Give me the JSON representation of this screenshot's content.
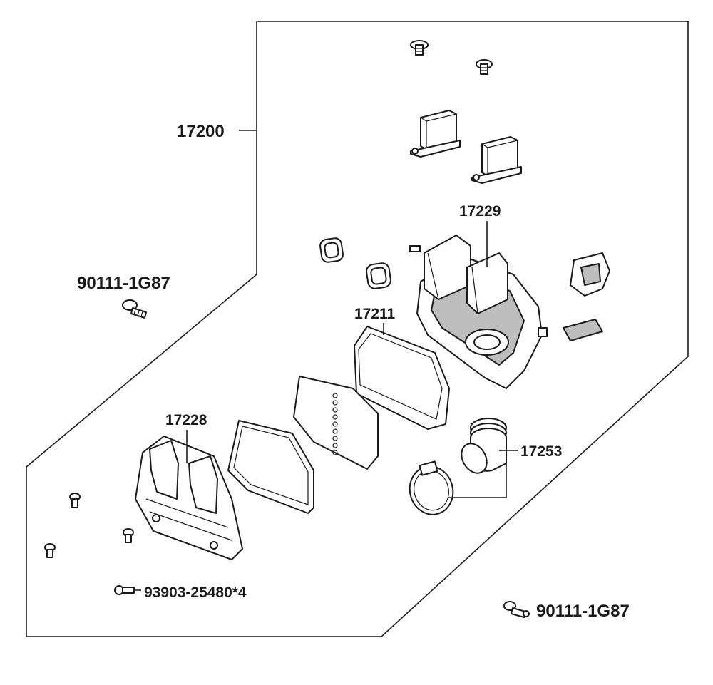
{
  "labels": {
    "assembly": "17200",
    "screw_left": "90111-1G87",
    "air_cleaner_case": "17229",
    "element": "17211",
    "cover": "17228",
    "duct": "17253",
    "screw_cover": "93903-25480*4",
    "screw_bottom": "90111-1G87"
  }
}
